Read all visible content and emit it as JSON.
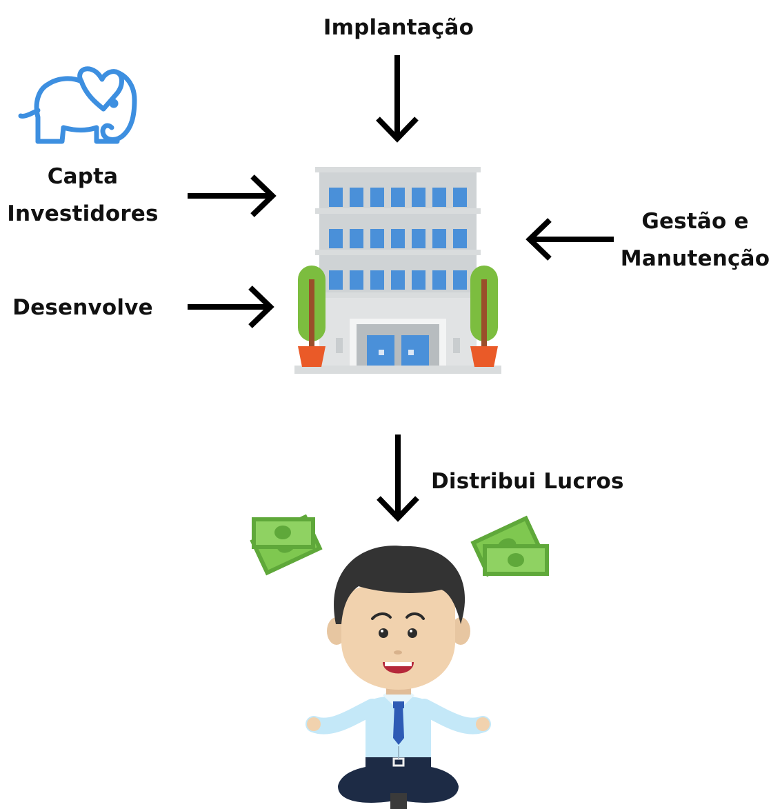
{
  "labels": {
    "implantacao": "Implantação",
    "capta_line1": "Capta",
    "capta_line2": "Investidores",
    "desenvolve": "Desenvolve",
    "gestao_line1": "Gestão e",
    "gestao_line2": "Manutenção",
    "distribui": "Distribui Lucros"
  },
  "colors": {
    "text": "#111111",
    "arrow": "#000000",
    "elephant": "#3d8fe0",
    "building": "#d9dcdd",
    "window": "#4a90d9",
    "tree": "#7cbd3f",
    "pot": "#ea5a28",
    "money": "#6fbe44",
    "shirt": "#c4e8f8",
    "tie": "#2e5bb5",
    "hair": "#333333",
    "skin": "#f1d2ae"
  },
  "icons": [
    "elephant-icon",
    "office-building-icon",
    "money-bills-icon",
    "happy-investor-icon"
  ]
}
